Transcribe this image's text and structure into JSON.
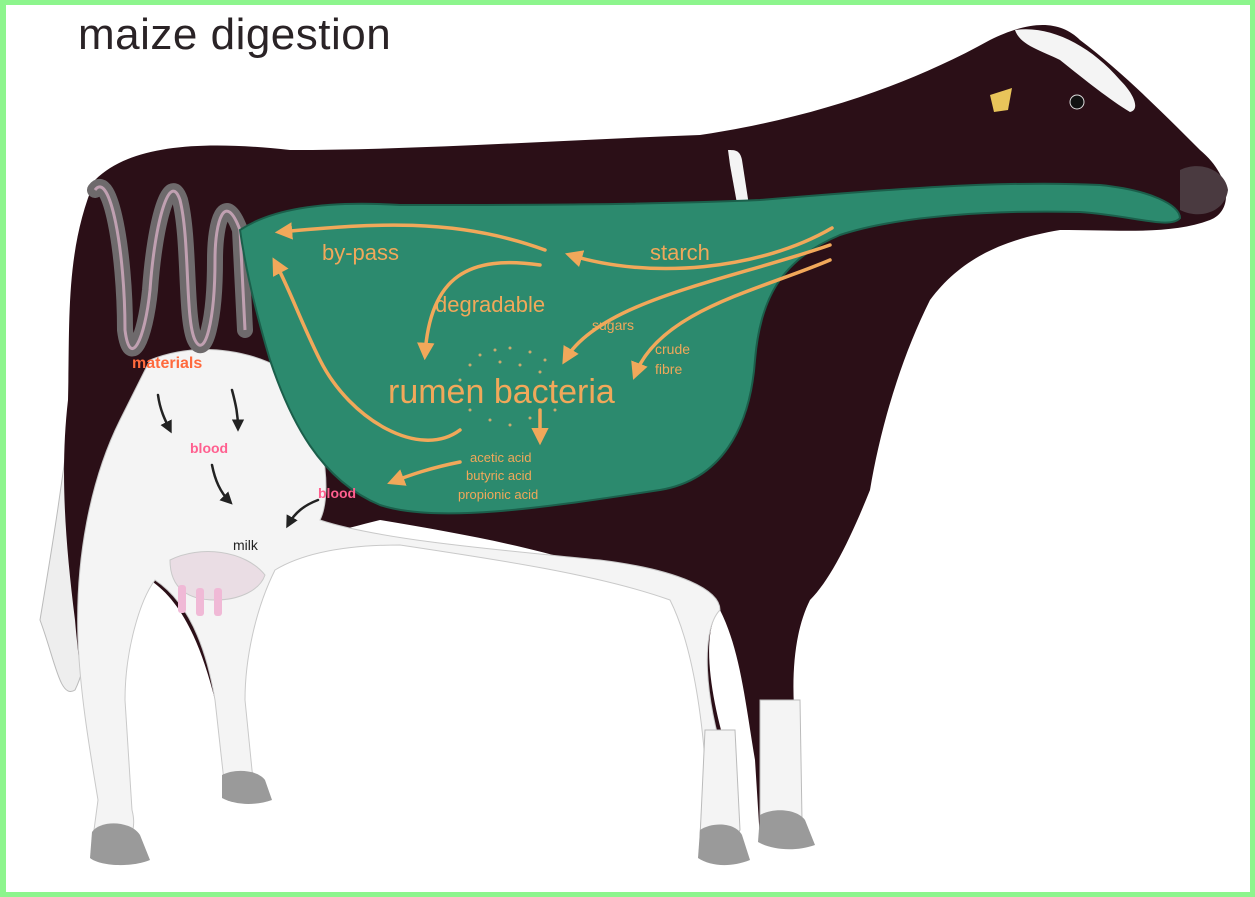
{
  "title": "maize digestion",
  "labels": {
    "starch": "starch",
    "by_pass": "by-pass",
    "degradable": "degradable",
    "sugars": "sugars",
    "crude": "crude",
    "fibre": "fibre",
    "rumen_bacteria": "rumen bacteria",
    "acetic_acid": "acetic acid",
    "butyric_acid": "butyric acid",
    "propionic_acid": "propionic acid",
    "materials": "materials",
    "blood_1": "blood",
    "blood_2": "blood",
    "milk": "milk"
  },
  "colors": {
    "frame": "#8df58d",
    "rumen": "#2c8a6e",
    "arrow": "#f1a85a",
    "cow_black": "#2b0f17",
    "cow_white": "#f4f4f4",
    "pink_label": "#ff5f8f",
    "intestine": "#6e6a6c"
  }
}
